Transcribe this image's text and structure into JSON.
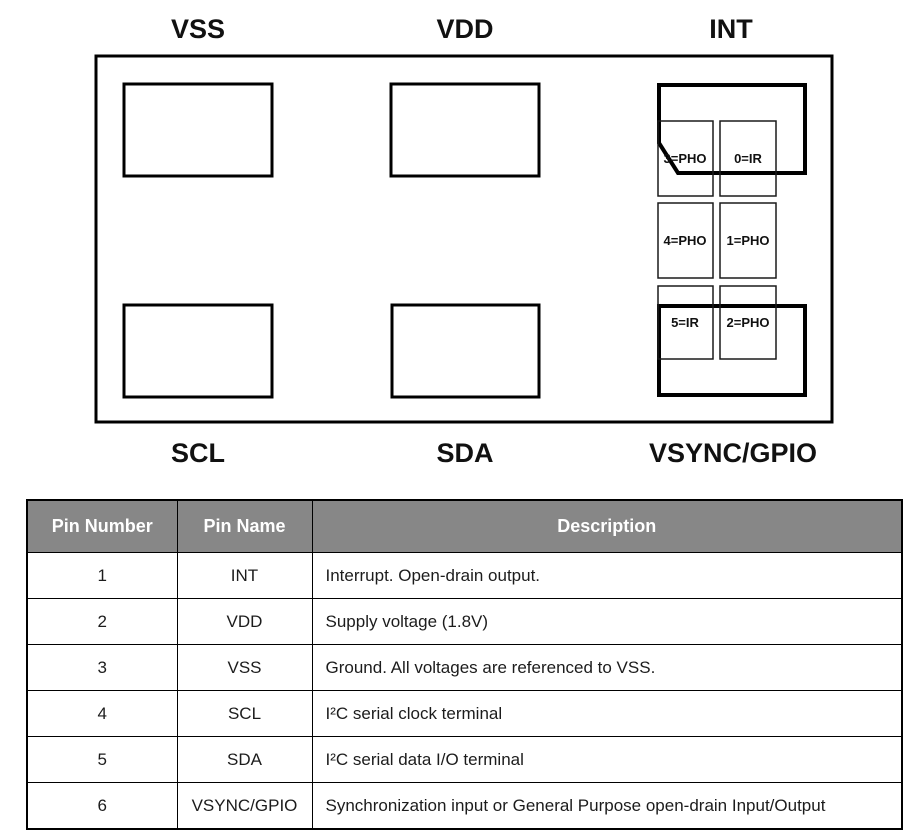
{
  "diagram": {
    "top_labels": [
      {
        "label": "VSS"
      },
      {
        "label": "VDD"
      },
      {
        "label": "INT"
      }
    ],
    "bottom_labels": [
      {
        "label": "SCL"
      },
      {
        "label": "SDA"
      },
      {
        "label": "VSYNC/GPIO"
      }
    ],
    "cells": [
      {
        "label": "3=PHO"
      },
      {
        "label": "0=IR"
      },
      {
        "label": "4=PHO"
      },
      {
        "label": "1=PHO"
      },
      {
        "label": "5=IR"
      },
      {
        "label": "2=PHO"
      }
    ]
  },
  "table": {
    "headers": [
      "Pin Number",
      "Pin Name",
      "Description"
    ],
    "rows": [
      {
        "number": "1",
        "name": "INT",
        "description": "Interrupt. Open-drain output."
      },
      {
        "number": "2",
        "name": "VDD",
        "description": "Supply voltage (1.8V)"
      },
      {
        "number": "3",
        "name": "VSS",
        "description": "Ground. All voltages are referenced to VSS."
      },
      {
        "number": "4",
        "name": "SCL",
        "description": "I²C serial clock terminal"
      },
      {
        "number": "5",
        "name": "SDA",
        "description": "I²C serial data I/O terminal"
      },
      {
        "number": "6",
        "name": "VSYNC/GPIO",
        "description": "Synchronization input or General Purpose open-drain Input/Output"
      }
    ],
    "colors": {
      "header_bg": "#878787",
      "header_text": "#ffffff",
      "border": "#000000"
    }
  }
}
